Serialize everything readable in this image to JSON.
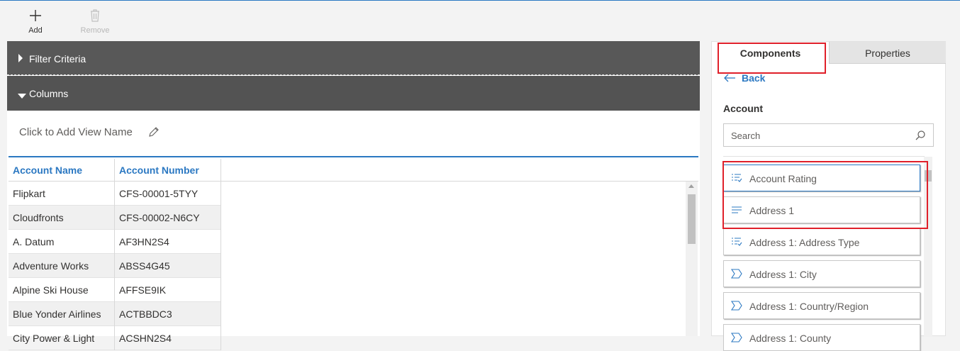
{
  "toolbar": {
    "add_label": "Add",
    "remove_label": "Remove"
  },
  "sections": {
    "filter_label": "Filter Criteria",
    "columns_label": "Columns"
  },
  "view": {
    "name_placeholder": "Click to Add View Name"
  },
  "grid": {
    "headers": [
      "Account Name",
      "Account Number"
    ],
    "rows": [
      [
        "Flipkart",
        "CFS-00001-5TYY"
      ],
      [
        "Cloudfronts",
        "CFS-00002-N6CY"
      ],
      [
        "A. Datum",
        "AF3HN2S4"
      ],
      [
        "Adventure Works",
        "ABSS4G45"
      ],
      [
        "Alpine Ski House",
        "AFFSE9IK"
      ],
      [
        "Blue Yonder Airlines",
        "ACTBBDC3"
      ],
      [
        "City Power & Light",
        "ACSHN2S4"
      ]
    ]
  },
  "right_panel": {
    "tabs": [
      "Components",
      "Properties"
    ],
    "back_label": "Back",
    "entity_label": "Account",
    "search_placeholder": "Search",
    "components": [
      {
        "label": "Account Rating",
        "icon": "optionset-icon"
      },
      {
        "label": "Address 1",
        "icon": "text-lines-icon"
      },
      {
        "label": "Address 1: Address Type",
        "icon": "optionset-icon"
      },
      {
        "label": "Address 1: City",
        "icon": "tag-chevron-icon"
      },
      {
        "label": "Address 1: Country/Region",
        "icon": "tag-chevron-icon"
      },
      {
        "label": "Address 1: County",
        "icon": "tag-chevron-icon"
      }
    ]
  },
  "colors": {
    "accent": "#2b78c2",
    "highlight": "#e0202a",
    "section_bar": "#585858"
  }
}
